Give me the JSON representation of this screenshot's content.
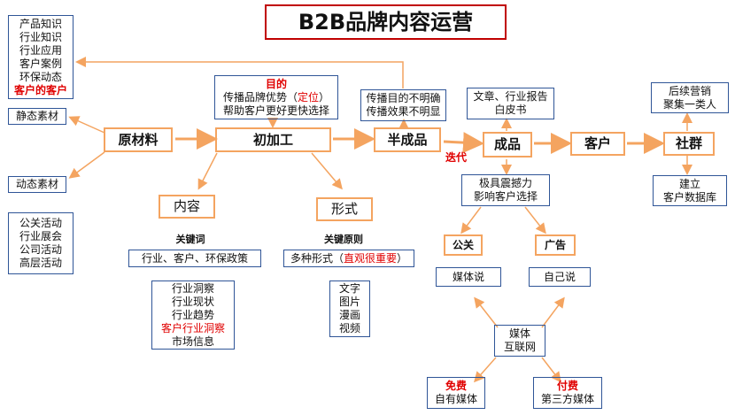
{
  "title": "B2B品牌内容运营",
  "knowledge_list": [
    "产品知识",
    "行业知识",
    "行业应用",
    "客户案例",
    "环保动态"
  ],
  "knowledge_highlight": "客户的客户",
  "static_material": "静态素材",
  "dynamic_material": "动态素材",
  "activity_list": [
    "公关活动",
    "行业展会",
    "公司活动",
    "高层活动"
  ],
  "raw_material": "原材料",
  "initial_processing": "初加工",
  "semi_finished": "半成品",
  "finished": "成品",
  "customer": "客户",
  "community": "社群",
  "iterate_label": "迭代",
  "purpose": {
    "heading": "目的",
    "line1_prefix": "传播品牌优势（",
    "line1_highlight": "定位",
    "line1_suffix": "）",
    "line2": "帮助客户更好更快选择"
  },
  "semi_note": [
    "传播目的不明确",
    "传播效果不明显"
  ],
  "reports": [
    "文章、行业报告",
    "白皮书"
  ],
  "influence": [
    "极具震撼力",
    "影响客户选择"
  ],
  "follow_up": [
    "后续营销",
    "聚集一类人"
  ],
  "build_db": [
    "建立",
    "客户数据库"
  ],
  "content": "内容",
  "form": "形式",
  "keywords_label": "关键词",
  "keywords": "行业、客户、环保政策",
  "principle_label": "关键原则",
  "principle_prefix": "多种形式（",
  "principle_highlight": "直观很重要",
  "principle_suffix": "）",
  "insight_list": [
    "行业洞察",
    "行业现状",
    "行业趋势"
  ],
  "insight_highlight": "客户行业洞察",
  "insight_last": "市场信息",
  "form_list": [
    "文字",
    "图片",
    "漫画",
    "视频"
  ],
  "pr_label": "公关",
  "ad_label": "广告",
  "media_says": "媒体说",
  "self_says": "自己说",
  "media_internet": [
    "媒体",
    "互联网"
  ],
  "free_label": "免费",
  "own_media": "自有媒体",
  "paid_label": "付费",
  "third_party_media": "第三方媒体",
  "colors": {
    "blue_border": "#2f5597",
    "orange": "#f4a460",
    "red": "#e00000",
    "title_border": "#c00000"
  }
}
